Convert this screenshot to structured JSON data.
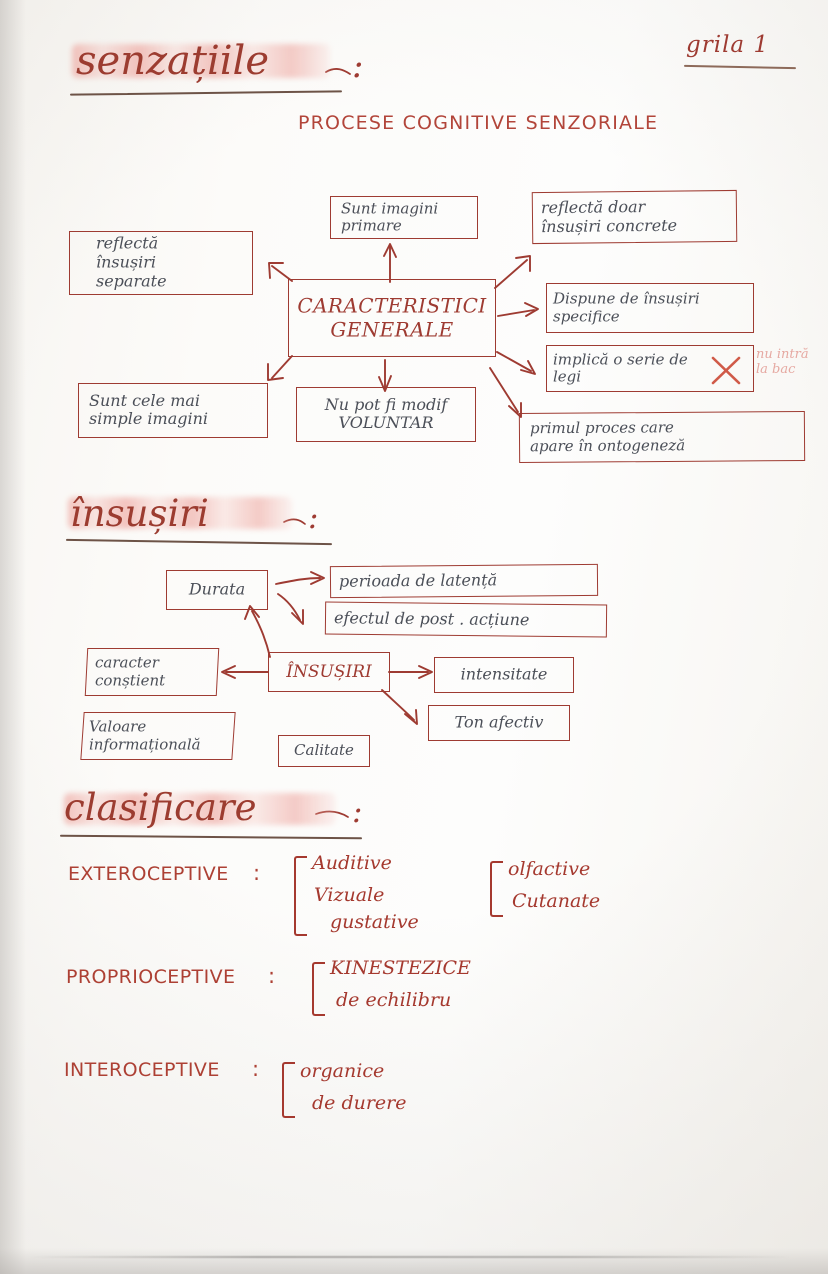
{
  "page": {
    "title": "senzațiile",
    "title_colon": ":",
    "corner_note": "grila 1",
    "subtitle": "PROCESE COGNITIVE SENZORIALE"
  },
  "diagram_characteristics": {
    "center": "CARACTERISTICI\nGENERALE",
    "nodes": [
      {
        "id": "reflecta-insusiri-separate",
        "text": "reflectă\nînsușiri\nseparate"
      },
      {
        "id": "sunt-imagini-primare",
        "text": "Sunt imagini\nprimare"
      },
      {
        "id": "reflecta-doar-insusiri-concrete",
        "text": "reflectă doar\nînsușiri concrete"
      },
      {
        "id": "dispune-de-insusiri-specifice",
        "text": "Dispune de însușiri\nspecifice"
      },
      {
        "id": "implica-o-serie-de-legi",
        "text": "implică o serie de\nlegi"
      },
      {
        "id": "sunt-cele-mai-simple-imagini",
        "text": "Sunt cele mai\nsimple imagini"
      },
      {
        "id": "nu-pot-fi-modif-voluntar",
        "text": "Nu pot fi modif\nVOLUNTAR"
      },
      {
        "id": "primul-proces-care-apare",
        "text": "primul proces care\napare în ontogeneză"
      }
    ],
    "margin_note": "nu intră\nla bac",
    "crossed_out_marker": "X"
  },
  "section_insusiri": {
    "title": "însușiri",
    "title_colon": ":",
    "center": "ÎNSUȘIRI",
    "nodes": [
      {
        "id": "durata",
        "text": "Durata"
      },
      {
        "id": "perioada-de-latenta",
        "text": "perioada  de  latență"
      },
      {
        "id": "efectul-de-post-actiune",
        "text": "efectul  de  post . acțiune"
      },
      {
        "id": "caracter-constient",
        "text": "caracter\nconștient"
      },
      {
        "id": "valoare-informationala",
        "text": "Valoare\ninformațională"
      },
      {
        "id": "calitate",
        "text": "Calitate"
      },
      {
        "id": "intensitate",
        "text": "intensitate"
      },
      {
        "id": "ton-afectiv",
        "text": "Ton afectiv"
      }
    ]
  },
  "section_clasificare": {
    "title": "clasificare",
    "title_colon": ":",
    "groups": [
      {
        "id": "exteroceptive",
        "label": "EXTEROCEPTIVE",
        "colon": ":",
        "columns": [
          {
            "items": [
              "Auditive",
              "Vizuale",
              "gustative"
            ]
          },
          {
            "items": [
              "olfactive",
              "Cutanate"
            ]
          }
        ]
      },
      {
        "id": "proprioceptive",
        "label": "PROPRIOCEPTIVE",
        "colon": ":",
        "columns": [
          {
            "items": [
              "KINESTEZICE",
              "de echilibru"
            ]
          }
        ]
      },
      {
        "id": "interoceptive",
        "label": "INTEROCEPTIVE",
        "colon": ":",
        "columns": [
          {
            "items": [
              "organice",
              "de durere"
            ]
          }
        ]
      }
    ]
  },
  "colors": {
    "ink_red": "#9e3b32",
    "ink_blue_grey": "#4b4f58",
    "highlighter_pink": "#ec968e",
    "underline_brown": "#6d5347",
    "paper": "#fbfaf8"
  }
}
